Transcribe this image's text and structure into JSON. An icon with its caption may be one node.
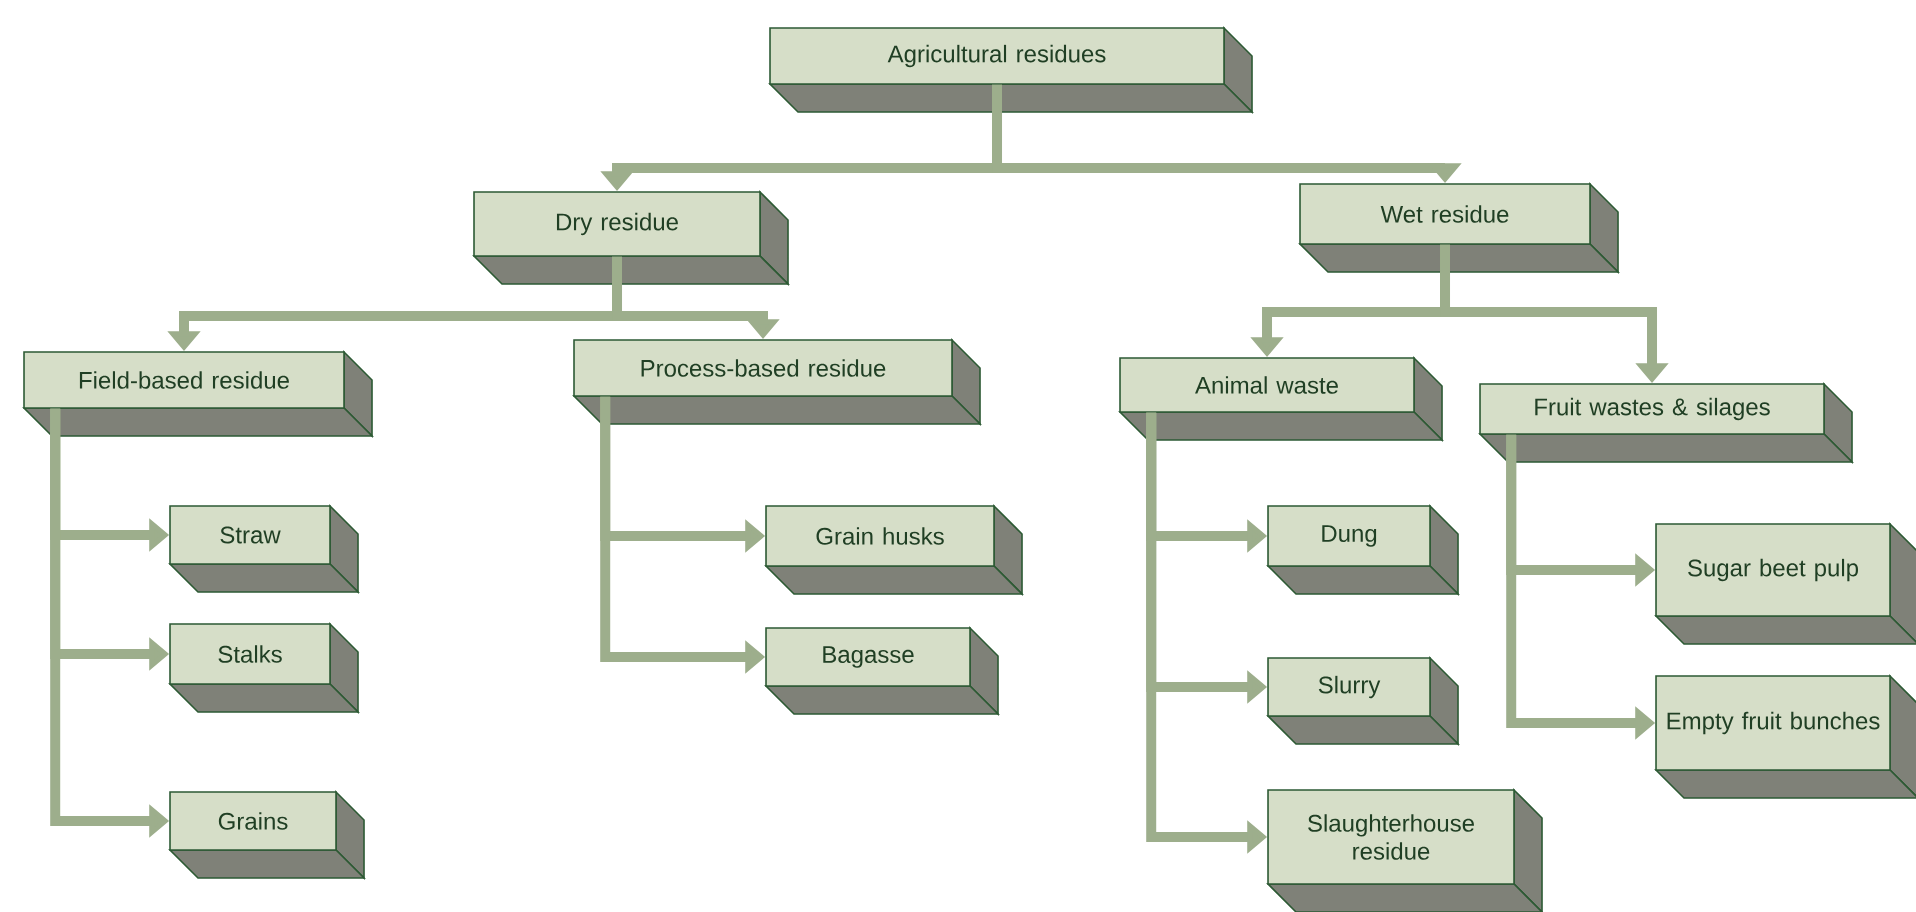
{
  "diagram": {
    "nodes": [
      {
        "text": [
          "Agricultural residues"
        ]
      },
      {
        "text": [
          "Dry residue"
        ]
      },
      {
        "text": [
          "Wet residue"
        ]
      },
      {
        "text": [
          "Field-based residue"
        ]
      },
      {
        "text": [
          "Process-based residue"
        ]
      },
      {
        "text": [
          "Animal waste"
        ]
      },
      {
        "text": [
          "Fruit wastes & silages"
        ]
      },
      {
        "text": [
          "Straw"
        ]
      },
      {
        "text": [
          "Stalks"
        ]
      },
      {
        "text": [
          "Grains"
        ]
      },
      {
        "text": [
          "Grain husks"
        ]
      },
      {
        "text": [
          "Bagasse"
        ]
      },
      {
        "text": [
          "Dung"
        ]
      },
      {
        "text": [
          "Slurry"
        ]
      },
      {
        "text": [
          "Slaughterhouse residue"
        ]
      },
      {
        "text": [
          "Sugar beet pulp"
        ]
      },
      {
        "text": [
          "Empty fruit bunches"
        ]
      }
    ],
    "edges": [
      {
        "from": 0,
        "to": 1,
        "arrow": "to"
      },
      {
        "from": 0,
        "to": 2,
        "arrow": "to"
      },
      {
        "from": 1,
        "to": 3,
        "arrow": "to"
      },
      {
        "from": 1,
        "to": 4,
        "arrow": "to"
      },
      {
        "from": 2,
        "to": 5,
        "arrow": "to"
      },
      {
        "from": 2,
        "to": 6,
        "arrow": "to"
      },
      {
        "from": 3,
        "to": 7,
        "arrow": "to"
      },
      {
        "from": 3,
        "to": 8,
        "arrow": "to"
      },
      {
        "from": 3,
        "to": 9,
        "arrow": "to"
      },
      {
        "from": 4,
        "to": 10,
        "arrow": "to"
      },
      {
        "from": 4,
        "to": 11,
        "arrow": "to"
      },
      {
        "from": 5,
        "to": 12,
        "arrow": "to"
      },
      {
        "from": 5,
        "to": 13,
        "arrow": "to"
      },
      {
        "from": 5,
        "to": 14,
        "arrow": "to"
      },
      {
        "from": 6,
        "to": 15,
        "arrow": "to"
      },
      {
        "from": 6,
        "to": 16,
        "arrow": "to"
      }
    ]
  }
}
